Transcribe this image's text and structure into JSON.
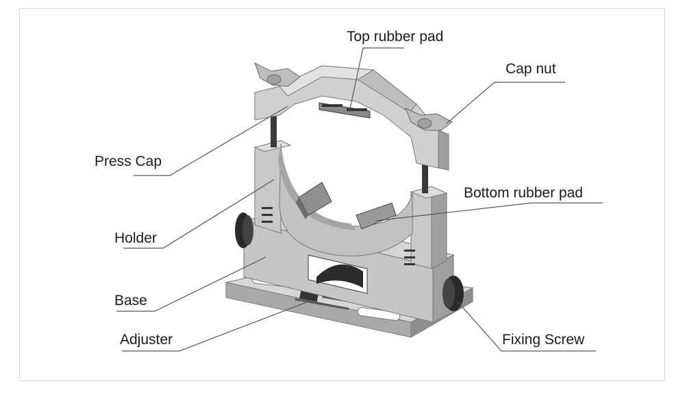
{
  "labels": {
    "top_rubber_pad": "Top rubber pad",
    "cap_nut": "Cap nut",
    "press_cap": "Press Cap",
    "bottom_rubber_pad": "Bottom rubber pad",
    "holder": "Holder",
    "base": "Base",
    "adjuster": "Adjuster",
    "fixing_screw": "Fixing Screw"
  },
  "colors": {
    "metal_light": "#d2d2d2",
    "metal_mid": "#bdbdbd",
    "metal_dark": "#9a9a9a",
    "knob": "#2a2a2a",
    "leader_line": "#555555",
    "frame_border": "#d9d9d9"
  }
}
